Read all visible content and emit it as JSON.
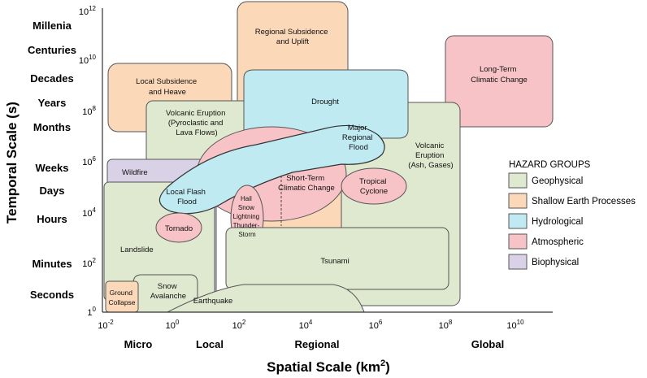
{
  "temporal_labels": [
    "Millenia",
    "Centuries",
    "Decades",
    "Years",
    "Months",
    "Weeks",
    "Days",
    "Hours",
    "Minutes",
    "Seconds"
  ],
  "spatial_labels": [
    "Micro",
    "Local",
    "Regional",
    "Global"
  ],
  "y_ticks": [
    {
      "base": "10",
      "exp": "12"
    },
    {
      "base": "10",
      "exp": "10"
    },
    {
      "base": "10",
      "exp": "8"
    },
    {
      "base": "10",
      "exp": "6"
    },
    {
      "base": "10",
      "exp": "4"
    },
    {
      "base": "10",
      "exp": "2"
    },
    {
      "base": "1",
      "exp": "0"
    }
  ],
  "x_ticks": [
    {
      "base": "10",
      "exp": "-2"
    },
    {
      "base": "10",
      "exp": "0"
    },
    {
      "base": "10",
      "exp": "2"
    },
    {
      "base": "10",
      "exp": "4"
    },
    {
      "base": "10",
      "exp": "6"
    },
    {
      "base": "10",
      "exp": "8"
    },
    {
      "base": "10",
      "exp": "10"
    }
  ],
  "axis": {
    "y_title": "Temporal Scale (s)",
    "x_title": "Spatial Scale (km",
    "x_title_sup": "2",
    "x_title_end": ")"
  },
  "hazards": {
    "regional_subsidence": [
      "Regional Subsidence",
      "and Uplift"
    ],
    "long_term": [
      "Long-Term",
      "Climatic Change"
    ],
    "local_subsidence": [
      "Local Subsidence",
      "and Heave"
    ],
    "drought": "Drought",
    "volcanic_eruption_lava": [
      "Volcanic Eruption",
      "(Pyroclastic and",
      "Lava Flows)"
    ],
    "volcanic_eruption_ash": [
      "Volcanic",
      "Eruption",
      "(Ash, Gases)"
    ],
    "major_regional_flood": [
      "Major",
      "Regional",
      "Flood"
    ],
    "wildfire": "Wildfire",
    "short_term": [
      "Short-Term",
      "Climatic Change"
    ],
    "tropical_cyclone": [
      "Tropical",
      "Cyclone"
    ],
    "local_flash_flood": [
      "Local Flash",
      "Flood"
    ],
    "hail_storm": [
      "Hail",
      "Snow",
      "Lightning",
      "Thunder-",
      "Storm"
    ],
    "tornado": "Tornado",
    "landslide": "Landslide",
    "tsunami": "Tsunami",
    "ground_collapse": [
      "Ground",
      "Collapse"
    ],
    "snow_avalanche": [
      "Snow",
      "Avalanche"
    ],
    "earthquake": "Earthquake"
  },
  "legend": {
    "title": "HAZARD GROUPS",
    "items": [
      {
        "label": "Geophysical",
        "color": "#dfe9cf"
      },
      {
        "label": "Shallow Earth Processes",
        "color": "#fbd8b8"
      },
      {
        "label": "Hydrological",
        "color": "#bfeaf2"
      },
      {
        "label": "Atmospheric",
        "color": "#f7c3c6"
      },
      {
        "label": "Biophysical",
        "color": "#d9d2e6"
      }
    ]
  },
  "colors": {
    "geophysical": "#dfe9cf",
    "shallow_earth": "#fbd8b8",
    "hydrological": "#bfeaf2",
    "atmospheric": "#f7c3c6",
    "biophysical": "#d9d2e6"
  }
}
